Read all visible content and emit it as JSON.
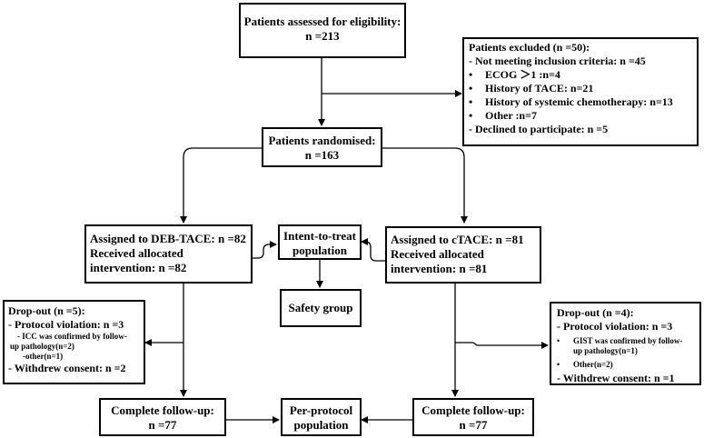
{
  "eligibility": {
    "title": "Patients assessed for eligibility:",
    "count": "n =213"
  },
  "excluded": {
    "title": "Patients excluded (n =50):",
    "not_meeting": "- Not meeting inclusion criteria: n =45",
    "bullets": [
      "ECOG ＞1 :n=4",
      "History of TACE: n=21",
      "History of  systemic chemotherapy: n=13",
      "Other :n=7"
    ],
    "declined": "- Declined to participate: n =5"
  },
  "randomised": {
    "title": "Patients randomised:",
    "count": "n =163"
  },
  "deb": {
    "line1": "Assigned to DEB-TACE: n =82",
    "line2": "Received allocated",
    "line3": "intervention: n =82"
  },
  "ctace": {
    "line1": "Assigned to cTACE: n =81",
    "line2": "Received allocated",
    "line3": "intervention: n =81"
  },
  "itt": {
    "line1": "Intent-to-treat",
    "line2": "population"
  },
  "safety": {
    "label": "Safety group"
  },
  "dropout_left": {
    "title": "Drop-out (n =5):",
    "protocol": "- Protocol violation: n =3",
    "sub1a": "- ICC was confirmed by follow-",
    "sub1b": "up pathology(n=2)",
    "sub2": "-other(n=1)",
    "withdrew": "- Withdrew consent: n =2"
  },
  "dropout_right": {
    "title": "Drop-out (n =4):",
    "protocol": "- Protocol violation: n =3",
    "sub1a": "GIST was confirmed by follow-",
    "sub1b": "up pathology(n=1)",
    "sub2": "Other(n=2)",
    "withdrew": "- Withdrew consent: n =1"
  },
  "followup_left": {
    "title": "Complete follow-up:",
    "count": "n =77"
  },
  "followup_right": {
    "title": "Complete follow-up:",
    "count": "n =77"
  },
  "per_protocol": {
    "line1": "Per-protocol",
    "line2": "population"
  }
}
